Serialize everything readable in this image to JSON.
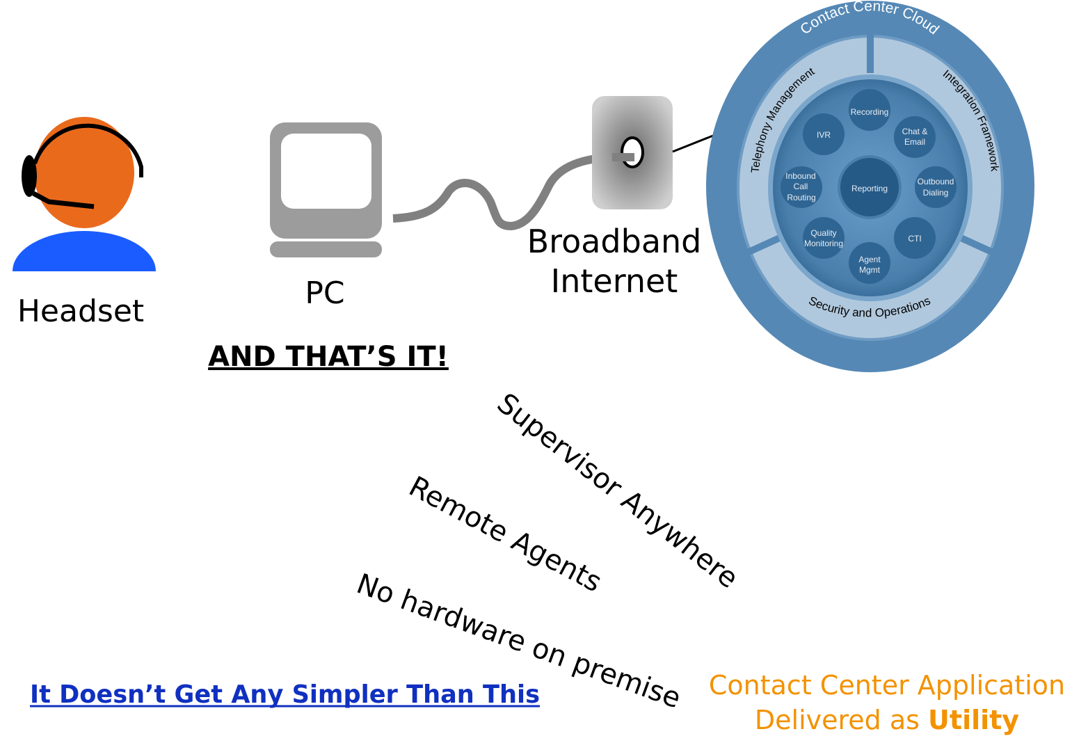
{
  "labels": {
    "headset": "Headset",
    "pc": "PC",
    "broadband_line1": "Broadband",
    "broadband_line2": "Internet",
    "and_thats_it": "AND THAT’S IT!",
    "supervisor": "Supervisor Anywhere",
    "remote": "Remote Agents",
    "no_hardware": "No hardware on premise",
    "simpler": "It Doesn’t Get Any Simpler Than This",
    "utility_line1": "Contact Center Application",
    "utility_line2_prefix": "Delivered as ",
    "utility_line2_bold": "Utility"
  },
  "cloud": {
    "title": "Contact Center Cloud",
    "ring_segments": [
      "Telephony Management",
      "Integration Framework",
      "Security and Operations"
    ],
    "center": "Reporting",
    "bubbles": {
      "recording": "Recording",
      "ivr": "IVR",
      "chat1": "Chat &",
      "chat2": "Email",
      "inbound1": "Inbound",
      "inbound2": "Call",
      "inbound3": "Routing",
      "outbound1": "Outbound",
      "outbound2": "Dialing",
      "quality1": "Quality",
      "quality2": "Monitoring",
      "cti": "CTI",
      "agent1": "Agent",
      "agent2": "Mgmt"
    }
  },
  "colors": {
    "outer": "#5588b5",
    "ring": "#b0c8dd",
    "bubble": "#2f6592",
    "orange_text": "#f39200",
    "link_blue": "#1030c0",
    "head": "#ea6a1c",
    "body": "#1a5cff"
  }
}
